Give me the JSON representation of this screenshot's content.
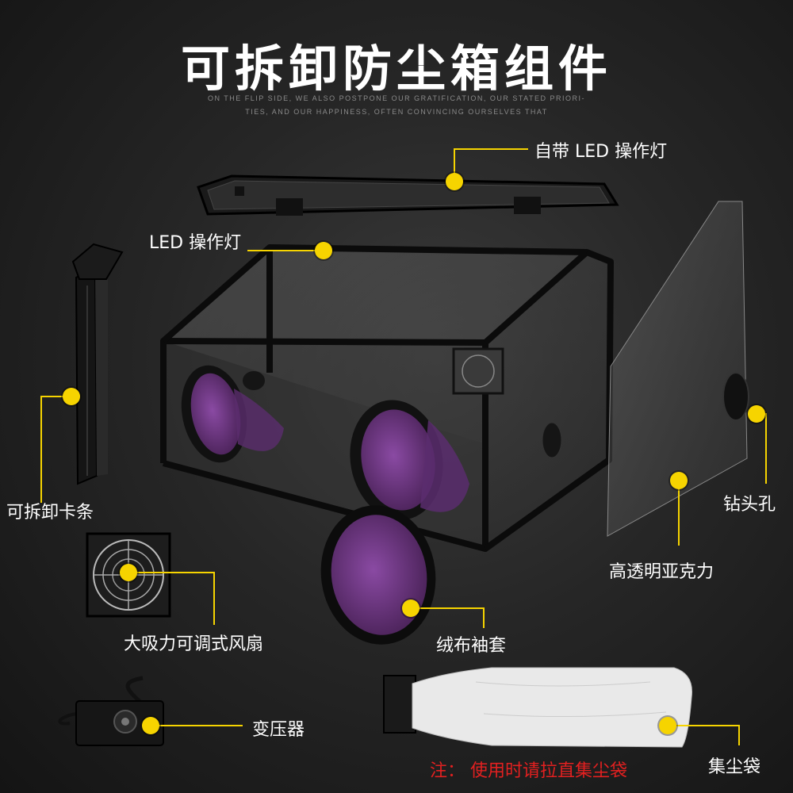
{
  "title": "可拆卸防尘箱组件",
  "subtitle_line1": "ON THE FLIP SIDE, WE ALSO POSTPONE OUR GRATIFICATION, OUR STATED PRIORI-",
  "subtitle_line2": "TIES, AND OUR HAPPINESS, OFTEN CONVINCING OURSELVES THAT",
  "labels": {
    "lid_led": "自带 LED 操作灯",
    "led": "LED 操作灯",
    "strip": "可拆卸卡条",
    "drill_hole": "钻头孔",
    "acrylic": "高透明亚克力",
    "fan": "大吸力可调式风扇",
    "sleeve": "绒布袖套",
    "transformer": "变压器",
    "dust_bag": "集尘袋"
  },
  "note": "注：  使用时请拉直集尘袋",
  "colors": {
    "accent": "#f6d400",
    "note": "#e32020",
    "sleeve": "#5b2d6e"
  }
}
